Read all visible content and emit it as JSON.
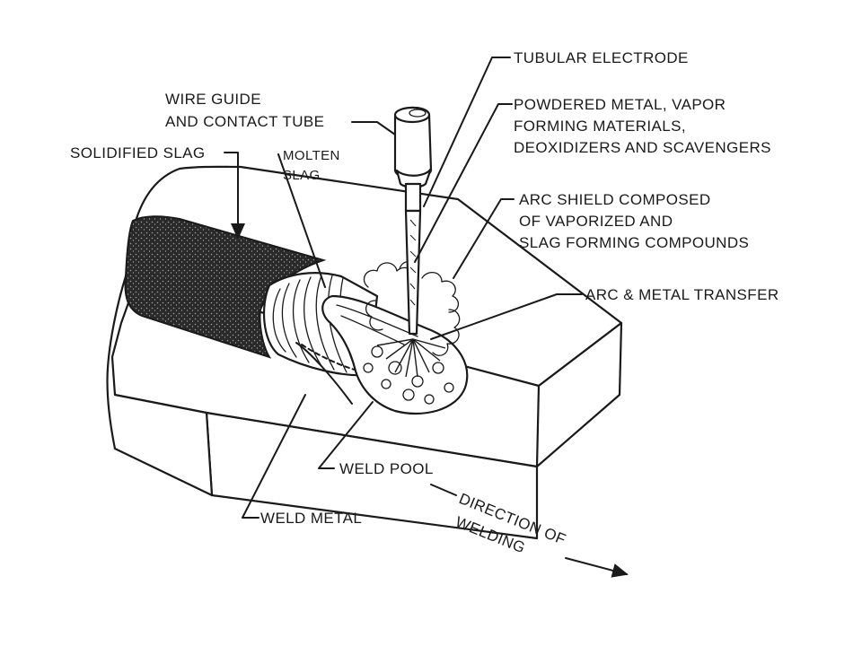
{
  "labels": {
    "tubular_electrode": "TUBULAR ELECTRODE",
    "powdered_metal": [
      "POWDERED METAL, VAPOR",
      "FORMING MATERIALS,",
      "DEOXIDIZERS AND SCAVENGERS"
    ],
    "wire_guide": [
      "WIRE GUIDE",
      "AND CONTACT TUBE"
    ],
    "solidified_slag": "SOLIDIFIED SLAG",
    "molten_slag": [
      "MOLTEN",
      "SLAG"
    ],
    "arc_shield": [
      "ARC SHIELD COMPOSED",
      "OF VAPORIZED AND",
      "SLAG FORMING COMPOUNDS"
    ],
    "arc_metal_transfer": "ARC & METAL TRANSFER",
    "weld_pool": "WELD POOL",
    "weld_metal": "WELD METAL",
    "direction": [
      "DIRECTION OF",
      "WELDING"
    ]
  }
}
